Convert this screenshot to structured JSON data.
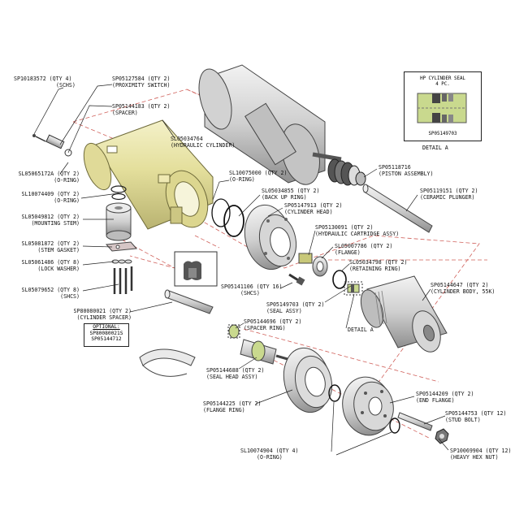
{
  "colors": {
    "cylinder_fill": "#e6e2a3",
    "cylinder_stroke": "#6e6a3a",
    "metal_fill": "#d9d9d9",
    "metal_dark": "#a9a9a9",
    "seal_green": "#c9d98e",
    "explode_line": "#d0605a",
    "leader": "#222222"
  },
  "labels": {
    "schs_top": {
      "part": "SP10183572 (QTY 4)",
      "desc": "(SCHS)"
    },
    "proximity_switch": {
      "part": "SP05127584 (QTY 2)",
      "desc": "(PROXIMITY SWITCH)"
    },
    "spacer": {
      "part": "SP05144183 (QTY 2)",
      "desc": "(SPACER)"
    },
    "hydraulic_cylinder": {
      "part": "SL05034764",
      "desc": "(HYDRAULIC CYLINDER)"
    },
    "oring_left_a": {
      "part": "SL05065172A (QTY 2)",
      "desc": "(O-RING)"
    },
    "oring_left_b": {
      "part": "SL10074409 (QTY 2)",
      "desc": "(O-RING)"
    },
    "mounting_stem": {
      "part": "SL05049812 (QTY 2)",
      "desc": "(MOUNTING STEM)"
    },
    "stem_gasket": {
      "part": "SL05081872 (QTY 2)",
      "desc": "(STEM GASKET)"
    },
    "lock_washer": {
      "part": "SL05061486 (QTY 8)",
      "desc": "(LOCK WASHER)"
    },
    "shcs_left": {
      "part": "SL05079652 (QTY 8)",
      "desc": "(SHCS)"
    },
    "cylinder_spacer": {
      "part": "SP80080021 (QTY 2)",
      "desc": "(CYLINDER SPACER)"
    },
    "oring_mid": {
      "part": "SL10075000 (QTY 2)",
      "desc": "(O-RING)"
    },
    "back_up_ring": {
      "part": "SL05034855 (QTY 2)",
      "desc": "(BACK UP RING)"
    },
    "cylinder_head": {
      "part": "SP05147913 (QTY 2)",
      "desc": "(CYLINDER HEAD)"
    },
    "piston_assembly": {
      "part": "SP05118716",
      "desc": "(PISTON ASSEMBLY)"
    },
    "ceramic_plunger": {
      "part": "SP05119151 (QTY 2)",
      "desc": "(CERAMIC PLUNGER)"
    },
    "hydraulic_cartridge": {
      "part": "SP05130091 (QTY 2)",
      "desc": "(HYDRAULIC CARTRIDGE ASSY)"
    },
    "flange": {
      "part": "SL05007786 (QTY 2)",
      "desc": "(FLANGE)"
    },
    "retaining_ring": {
      "part": "SL05034798 (QTY 2)",
      "desc": "(RETAINING RING)"
    },
    "shcs_mid": {
      "part": "SP05141106 (QTY 16)",
      "desc": "(SHCS)"
    },
    "seal_assy": {
      "part": "SP05149703 (QTY 2)",
      "desc": "(SEAL ASSY)"
    },
    "cylinder_body": {
      "part": "SP05144647 (QTY 2)",
      "desc": "(CYLINDER BODY, 55K)"
    },
    "spacer_ring": {
      "part": "SP05144696 (QTY 2)",
      "desc": "(SPACER RING)"
    },
    "seal_head_assy": {
      "part": "SP05144688 (QTY 2)",
      "desc": "(SEAL HEAD ASSY)"
    },
    "flange_ring": {
      "part": "SP05144225 (QTY 2)",
      "desc": "(FLANGE RING)"
    },
    "end_flange": {
      "part": "SP05144209 (QTY 2)",
      "desc": "(END FLANGE)"
    },
    "stud_bolt": {
      "part": "SP05144753 (QTY 12)",
      "desc": "(STUD BOLT)"
    },
    "oring_bottom": {
      "part": "SL10074904 (QTY 4)",
      "desc": "(O-RING)"
    },
    "heavy_hex_nut": {
      "part": "SP10069904 (QTY 12)",
      "desc": "(HEAVY HEX NUT)"
    },
    "detail_a_pointer": "DETAIL A"
  },
  "optional": {
    "title": "OPTIONAL:",
    "part_a": "SP80080021S",
    "part_b": "SP05144712"
  },
  "detail": {
    "title_line1": "HP CYLINDER SEAL",
    "title_line2": "4 PC.",
    "part": "SP05149703",
    "caption": "DETAIL A"
  }
}
